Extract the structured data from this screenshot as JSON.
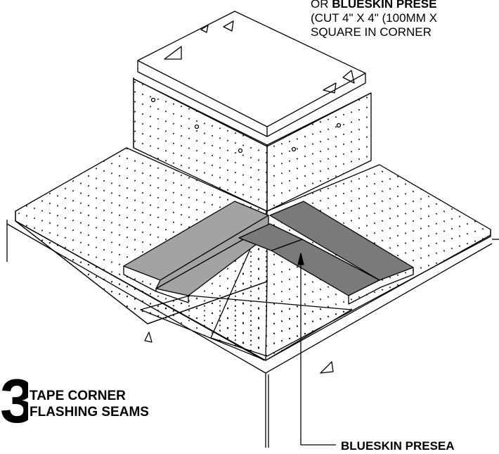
{
  "top_note": {
    "line1_prefix": "OR ",
    "line1_bold": "BLUESKIN PRESE",
    "line2": "(CUT 4\" X 4\" (100MM X",
    "line3": "SQUARE IN CORNER"
  },
  "step": {
    "number": "3",
    "title_line1": "TAPE CORNER",
    "title_line2": "FLASHING SEAMS"
  },
  "callout": {
    "label": "BLUESKIN PRESEA"
  },
  "colors": {
    "light_tape": "#a3a3a3",
    "dark_tape": "#7a7a7a",
    "line": "#000000"
  }
}
